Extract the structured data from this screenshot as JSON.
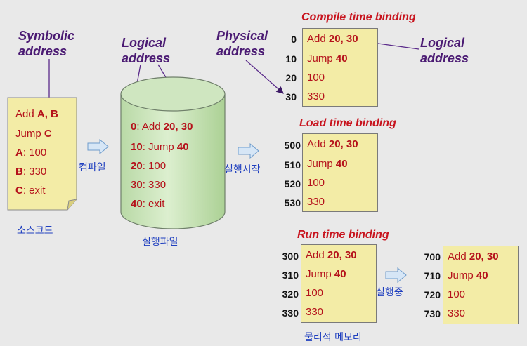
{
  "labels": {
    "symbolic_address": [
      "Symbolic",
      "address"
    ],
    "logical_address_mid": [
      "Logical",
      "address"
    ],
    "physical_address": [
      "Physical",
      "address"
    ],
    "logical_address_right": [
      "Logical",
      "address"
    ]
  },
  "source": {
    "lines": [
      {
        "pre": "Add ",
        "bold": "A, B",
        "post": ""
      },
      {
        "pre": "Jump ",
        "bold": "C",
        "post": ""
      },
      {
        "pre": "",
        "bold": "A",
        "post": ": 100"
      },
      {
        "pre": "",
        "bold": "B",
        "post": ": 330"
      },
      {
        "pre": "",
        "bold": "C",
        "post": ": exit"
      }
    ],
    "caption": "소스코드"
  },
  "compile_step": "컴파일",
  "executable": {
    "lines": [
      {
        "pre": "",
        "bold": "0",
        "post": ": Add  ",
        "bold2": "20, 30"
      },
      {
        "pre": "",
        "bold": "10",
        "post": ": Jump ",
        "bold2": "40"
      },
      {
        "pre": "",
        "bold": "20",
        "post": ": 100",
        "bold2": ""
      },
      {
        "pre": "",
        "bold": "30",
        "post": ": 330",
        "bold2": ""
      },
      {
        "pre": "",
        "bold": "40",
        "post": ": exit",
        "bold2": ""
      }
    ],
    "caption": "실행파일"
  },
  "run_start": "실행시작",
  "compile_time": {
    "title": "Compile time binding",
    "addresses": [
      "0",
      "10",
      "20",
      "30"
    ],
    "rows": [
      {
        "pre": "Add  ",
        "bold": "20, 30"
      },
      {
        "pre": "Jump ",
        "bold": "40"
      },
      {
        "pre": "100",
        "bold": ""
      },
      {
        "pre": "330",
        "bold": ""
      }
    ]
  },
  "load_time": {
    "title": "Load time binding",
    "addresses": [
      "500",
      "510",
      "520",
      "530"
    ],
    "rows": [
      {
        "pre": "Add  ",
        "bold": "20, 30"
      },
      {
        "pre": "Jump ",
        "bold": "40"
      },
      {
        "pre": "100",
        "bold": ""
      },
      {
        "pre": "330",
        "bold": ""
      }
    ]
  },
  "run_time": {
    "title": "Run time binding",
    "addresses": [
      "300",
      "310",
      "320",
      "330"
    ],
    "rows": [
      {
        "pre": "Add  ",
        "bold": "20, 30"
      },
      {
        "pre": "Jump ",
        "bold": "40"
      },
      {
        "pre": "100",
        "bold": ""
      },
      {
        "pre": "330",
        "bold": ""
      }
    ],
    "running_label": "실행중",
    "addresses2": [
      "700",
      "710",
      "720",
      "730"
    ],
    "rows2": [
      {
        "pre": "Add  ",
        "bold": "20, 30"
      },
      {
        "pre": "Jump ",
        "bold": "40"
      },
      {
        "pre": "100",
        "bold": ""
      },
      {
        "pre": "330",
        "bold": ""
      }
    ]
  },
  "physical_memory": "물리적 메모리"
}
